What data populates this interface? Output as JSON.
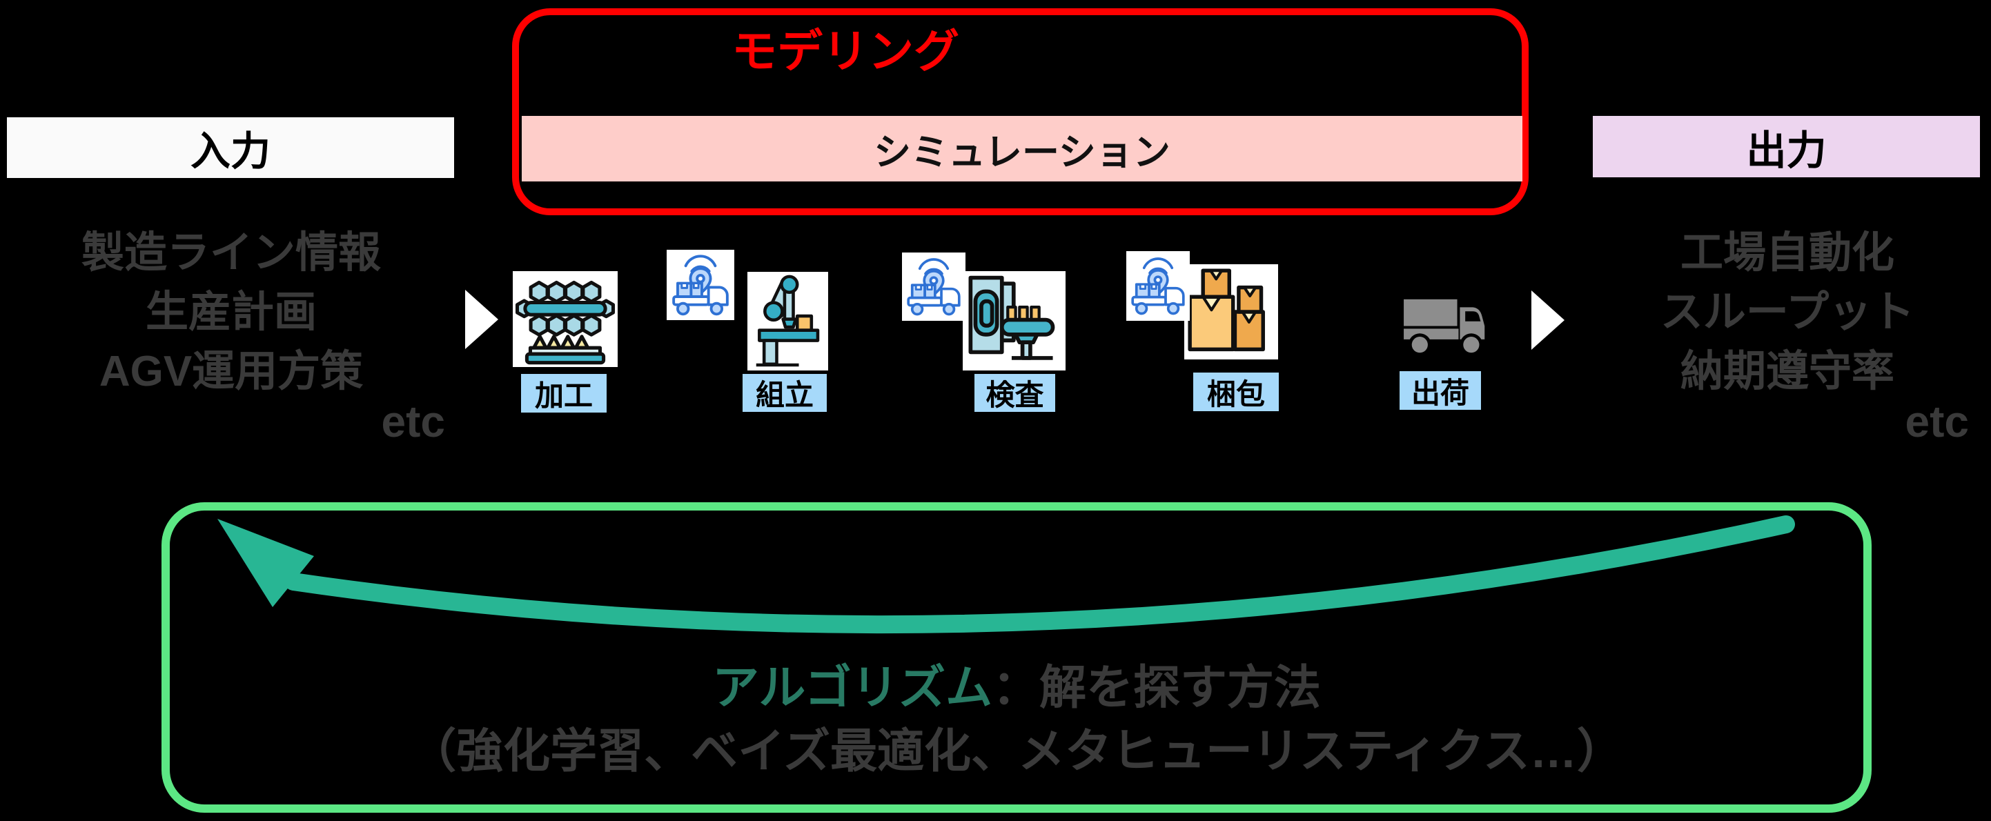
{
  "background_color": "#000000",
  "modeling": {
    "label": "モデリング",
    "accent_color": "#ff0000"
  },
  "simulation": {
    "label": "シミュレーション",
    "bar_color": "#fecdc9"
  },
  "input": {
    "title": "入力",
    "items": [
      "製造ライン情報",
      "生産計画",
      "AGV運用方策"
    ],
    "etc_label": "etc"
  },
  "output": {
    "title": "出力",
    "items": [
      "工場自動化",
      "スループット",
      "納期遵守率"
    ],
    "etc_label": "etc",
    "box_color": "#edd5ef"
  },
  "process_flow": {
    "steps": [
      {
        "label": "加工",
        "icon": "machining-icon"
      },
      {
        "label": "組立",
        "icon": "robot-arm-icon"
      },
      {
        "label": "検査",
        "icon": "inspection-icon"
      },
      {
        "label": "梱包",
        "icon": "packing-boxes-icon"
      },
      {
        "label": "出荷",
        "icon": "shipping-truck-icon"
      }
    ],
    "agv_icon": "agv-truck-icon",
    "flow_arrow_icon": "flow-arrow-icon",
    "label_color": "#a6d9fa"
  },
  "algorithm": {
    "title": "アルゴリズム",
    "separator": "：",
    "description": "解を探す方法",
    "examples": "（強化学習、ベイズ最適化、メタヒューリスティクス…）",
    "title_color": "#287a64",
    "border_color": "#5ce784",
    "arrow_color": "#28b694"
  }
}
